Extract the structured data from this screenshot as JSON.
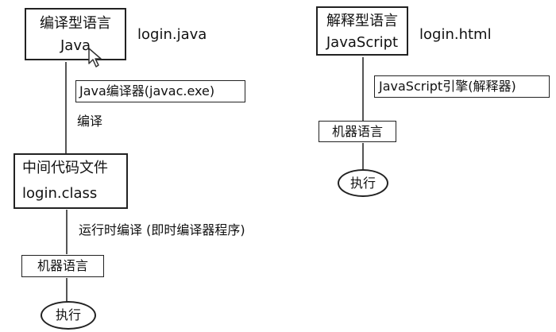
{
  "left": {
    "top_box": {
      "line1": "编译型语言",
      "line2": "Java"
    },
    "file_label": "login.java",
    "compiler_box": "Java编译器(javac.exe)",
    "compile_label": "编译",
    "intermediate_box": {
      "line1": "中间代码文件",
      "line2": "login.class"
    },
    "jit_label": "运行时编译 (即时编译器程序)",
    "machine_box": "机器语言",
    "execute": "执行"
  },
  "right": {
    "top_box": {
      "line1": "解释型语言",
      "line2": "JavaScript"
    },
    "file_label": "login.html",
    "engine_box": "JavaScript引擎(解释器)",
    "machine_box": "机器语言",
    "execute": "执行"
  },
  "cursor_icon": "mouse-pointer-icon"
}
